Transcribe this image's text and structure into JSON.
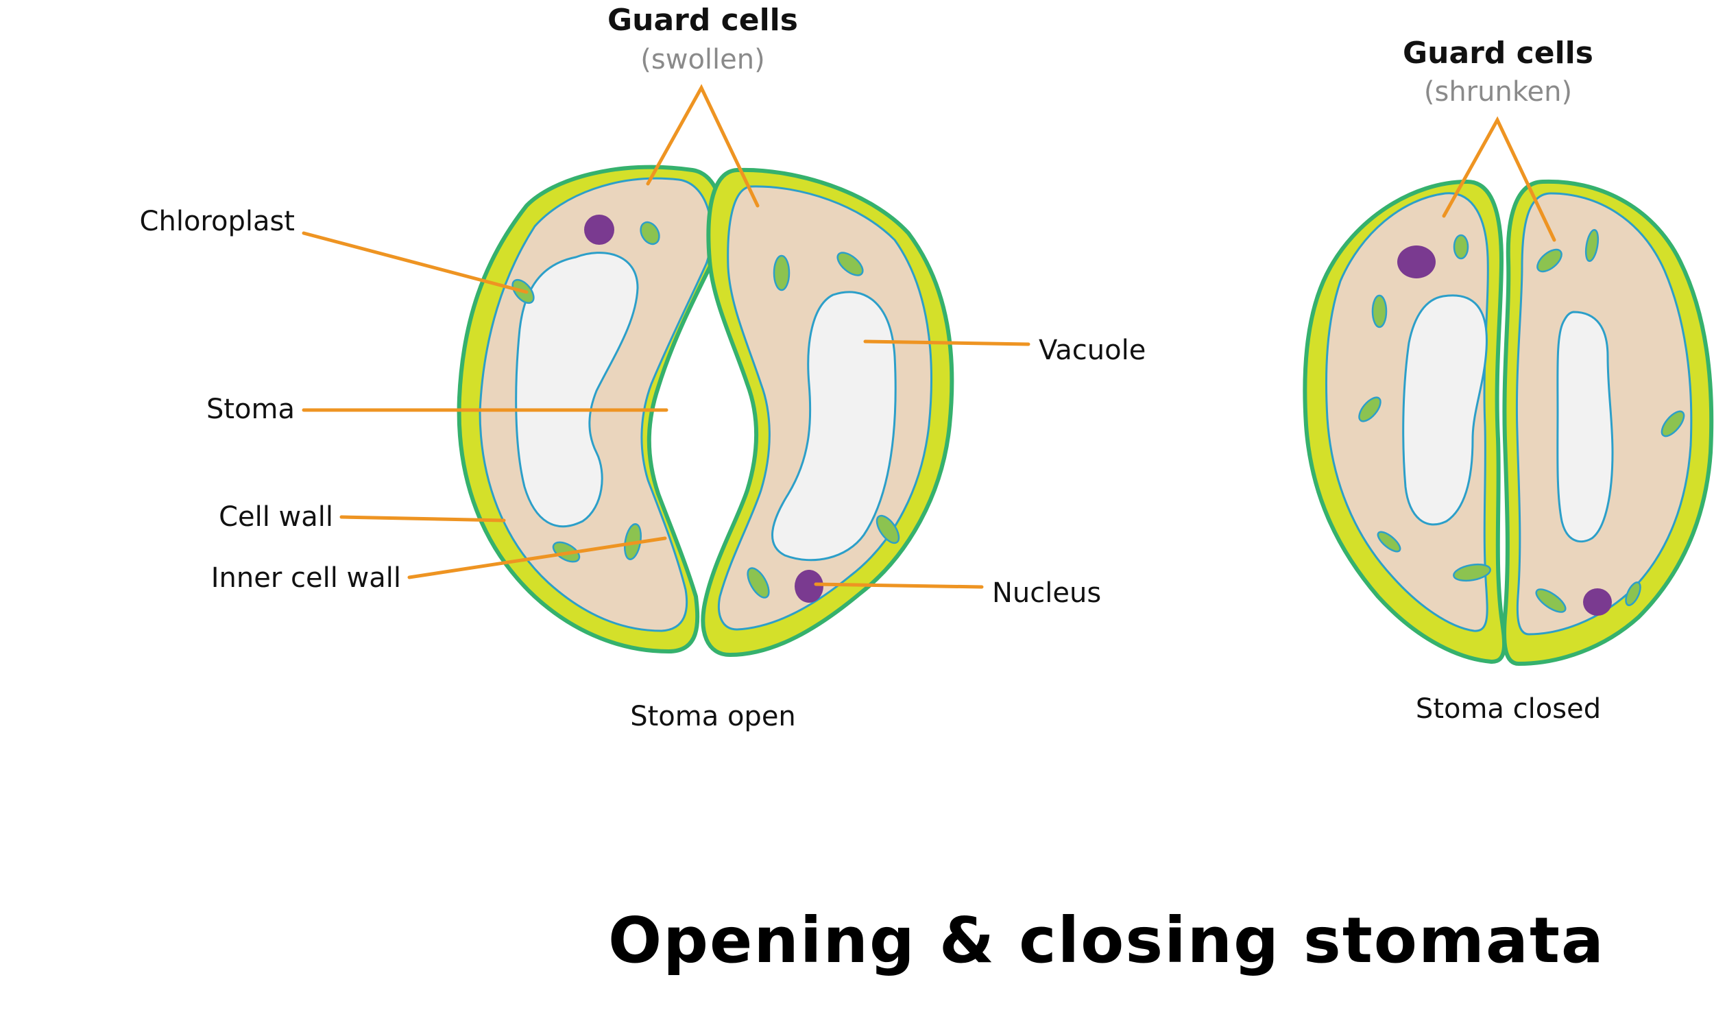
{
  "title": "Opening & closing stomata",
  "open_diagram": {
    "guard_cells_label": "Guard cells",
    "guard_cells_state": "(swollen)",
    "caption": "Stoma open",
    "labels": {
      "chloroplast": "Chloroplast",
      "stoma": "Stoma",
      "cell_wall": "Cell wall",
      "inner_cell_wall": "Inner cell wall",
      "vacuole": "Vacuole",
      "nucleus": "Nucleus"
    }
  },
  "closed_diagram": {
    "guard_cells_label": "Guard cells",
    "guard_cells_state": "(shrunken)",
    "caption": "Stoma closed"
  },
  "colors": {
    "cell_wall_fill": "#d4e02a",
    "cell_wall_stroke": "#35b16d",
    "cytoplasm": "#ead5bd",
    "membrane": "#2c9fc9",
    "vacuole": "#f2f2f2",
    "chloroplast": "#8cc350",
    "nucleus": "#7a3a90",
    "leader_line": "#ee9422",
    "sublabel": "#8a8a8a"
  }
}
